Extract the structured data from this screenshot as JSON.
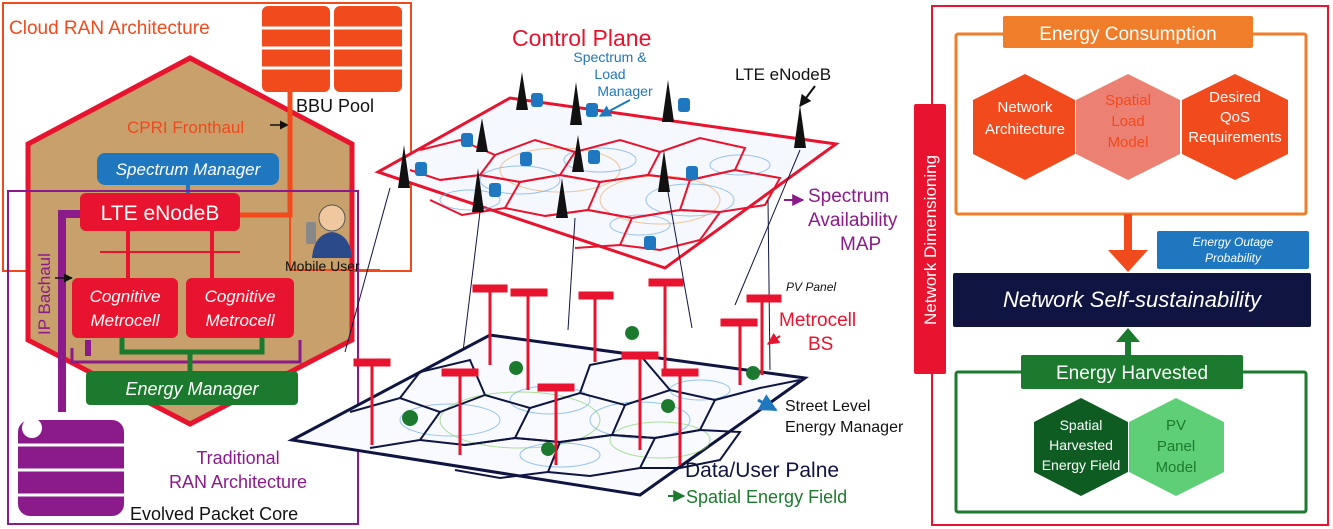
{
  "left": {
    "cloud_ran_title": "Cloud RAN Architecture",
    "bbu_pool": "BBU Pool",
    "cpri_fronthaul": "CPRI Fronthaul",
    "spectrum_manager": "Spectrum Manager",
    "lte_enodeb": "LTE eNodeB",
    "mobile_user": "Mobile User",
    "ip_backhaul": "IP Bachaul",
    "cognitive_metrocell_1": [
      "Cognitive",
      "Metrocell"
    ],
    "cognitive_metrocell_2": [
      "Cognitive",
      "Metrocell"
    ],
    "energy_manager": "Energy Manager",
    "traditional_ran": [
      "Traditional",
      "RAN Architecture"
    ],
    "evolved_packet_core": "Evolved Packet Core"
  },
  "center": {
    "control_plane": "Control Plane",
    "spectrum_load_manager": [
      "Spectrum &",
      "Load",
      "Manager"
    ],
    "lte_enodeb_top": "LTE eNodeB",
    "spectrum_availability": [
      "Spectrum",
      "Availability",
      "MAP"
    ],
    "pv_panel": "PV Panel",
    "metrocell_bs": [
      "Metrocell",
      "BS"
    ],
    "street_level": [
      "Street Level",
      "Energy Manager"
    ],
    "data_user_plane": "Data/User Palne",
    "spatial_energy_field": "Spatial Energy Field"
  },
  "right": {
    "network_dimensioning": "Network Dimensioning",
    "energy_consumption": "Energy Consumption",
    "network_architecture": [
      "Network",
      "Architecture"
    ],
    "spatial_load_model": [
      "Spatial",
      "Load",
      "Model"
    ],
    "desired_qos": [
      "Desired",
      "QoS",
      "Requirements"
    ],
    "energy_outage": [
      "Energy Outage",
      "Probability"
    ],
    "network_self_sustainability": "Network Self-sustainability",
    "energy_harvested": "Energy Harvested",
    "spatial_harvested": [
      "Spatial",
      "Harvested",
      "Energy Field"
    ],
    "pv_panel_model": [
      "PV",
      "Panel",
      "Model"
    ]
  },
  "colors": {
    "red": "#e8132e",
    "orange_red": "#f04a1d",
    "tan": "#c7a06b",
    "purple": "#8b1a8b",
    "green": "#1b7a2e",
    "dark_green": "#0f5c22",
    "blue": "#1f77c0",
    "navy": "#0f1540",
    "orange": "#ef7d2a"
  }
}
